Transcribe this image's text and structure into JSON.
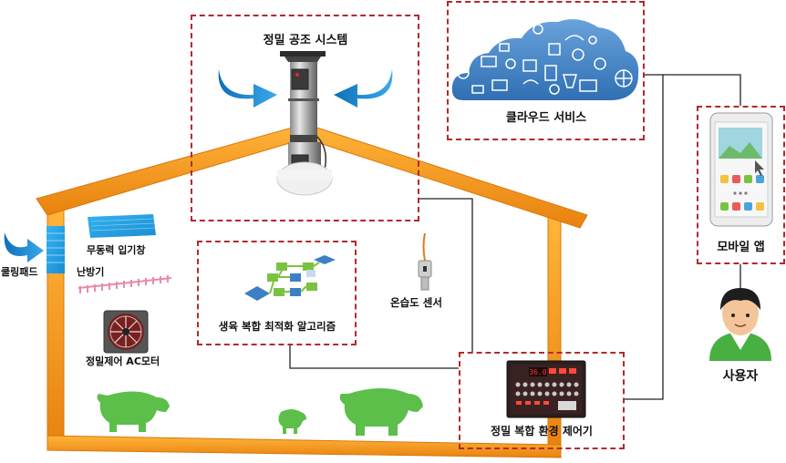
{
  "labels": {
    "hvac_system": "정밀 공조 시스템",
    "cloud_service": "클라우드 서비스",
    "mobile_app": "모바일 앱",
    "user": "사용자",
    "cooling_pad": "쿨링패드",
    "unpowered_inlet": "무동력 입기창",
    "heater": "난방기",
    "ac_motor": "정밀제어 AC모터",
    "algorithm": "생육 복합 최적화 알고리즘",
    "th_sensor": "온습도 센서",
    "controller": "정밀 복합 환경 제어기"
  },
  "controller_display": "36.0",
  "colors": {
    "house_orange": "#f59a1a",
    "box_dash_red": "#b22a2a",
    "pig_green": "#5bbf4a",
    "arrow_blue": "#1f8fd6",
    "cloud_blue": "#4a86c6"
  }
}
